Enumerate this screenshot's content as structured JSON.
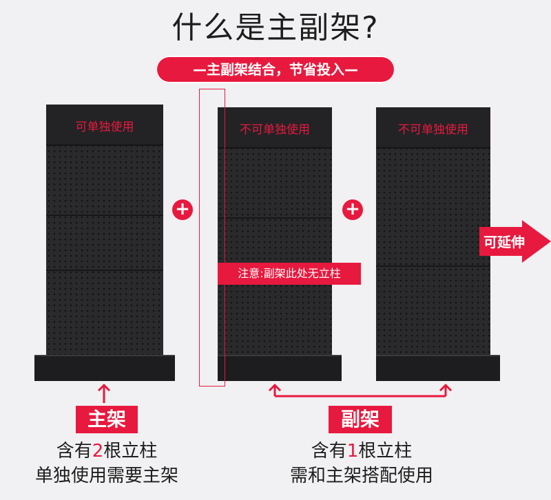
{
  "title": "什么是主副架?",
  "pill": "—主副架结合，节省投入—",
  "shelves": {
    "main_label": "可单独使用",
    "sub1_label": "不可单独使用",
    "sub2_label": "不可单独使用"
  },
  "note": "注意:副架此处无立柱",
  "extend": "可延伸",
  "main_tag": "主架",
  "main_desc": {
    "line1_pre": "含有",
    "line1_num": "2",
    "line1_post": "根立柱",
    "line2": "单独使用需要主架"
  },
  "sub_tag": "副架",
  "sub_desc": {
    "line1_pre": "含有",
    "line1_num": "1",
    "line1_post": "根立柱",
    "line2": "需和主架搭配使用"
  },
  "colors": {
    "accent": "#e8193e",
    "shelf": "#2a2a2c",
    "text": "#1e1e1e"
  },
  "icons": [
    "plus-icon",
    "arrow-up-icon",
    "arrow-right-icon",
    "double-arrow-icon"
  ]
}
